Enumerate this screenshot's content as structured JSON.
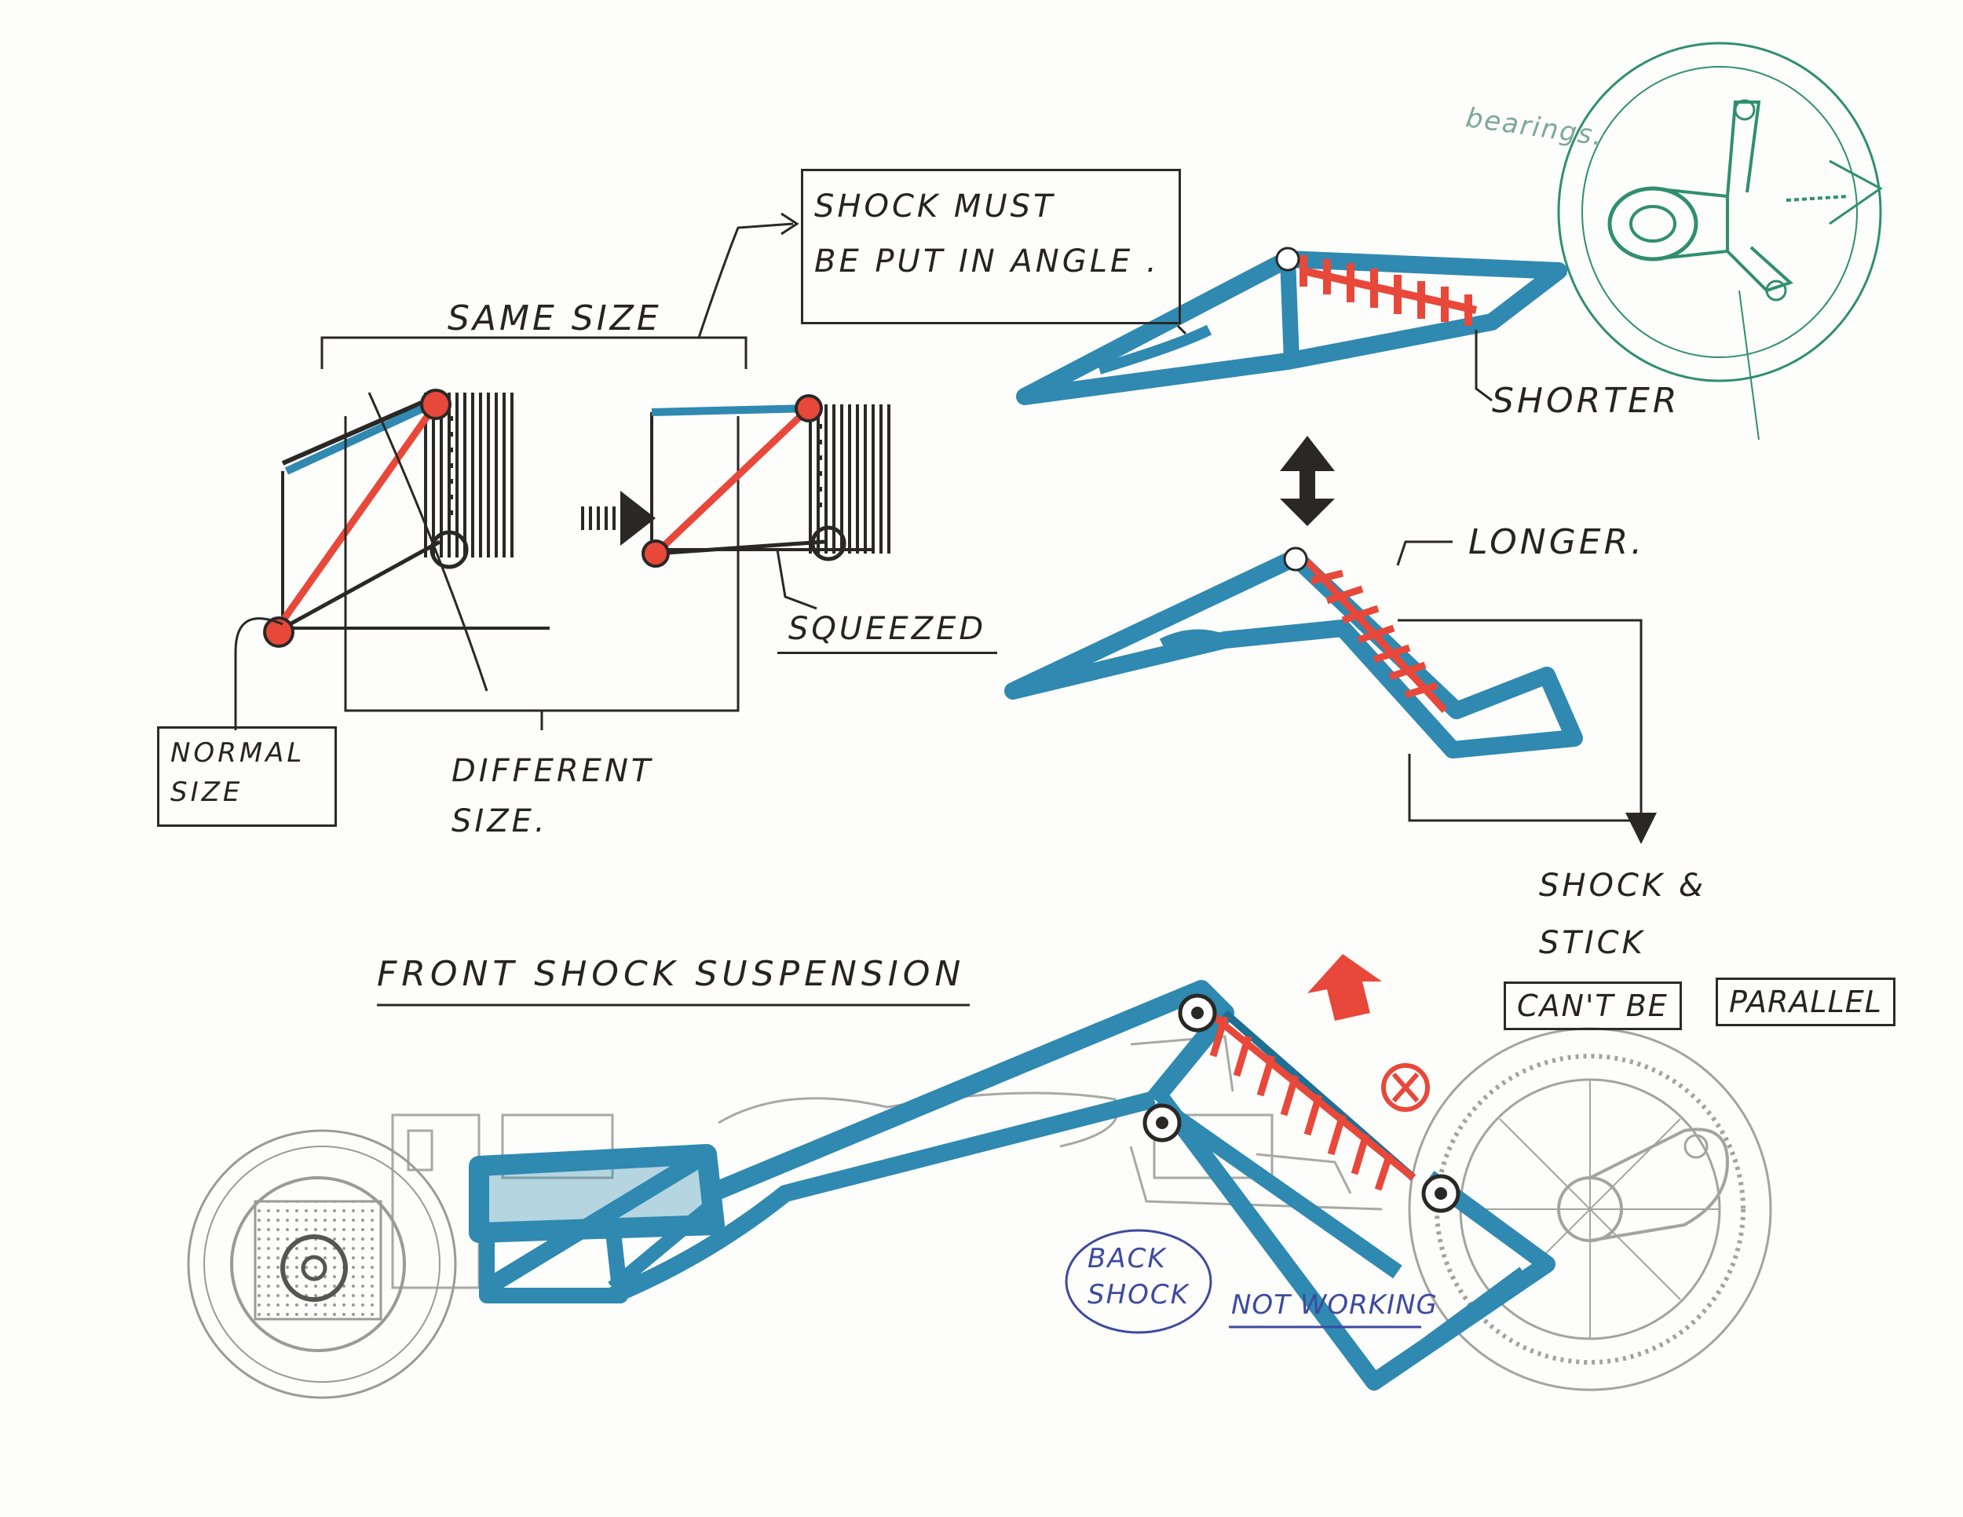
{
  "labels": {
    "same_size": "SAME SIZE",
    "shock_must_line1": "SHOCK MUST",
    "shock_must_line2": "BE PUT IN ANGLE .",
    "bearings": "bearings.",
    "shorter": "SHORTER",
    "longer": "LONGER.",
    "squeezed": "SQUEEZED",
    "normal_size": "NORMAL SIZE",
    "different_size": "DIFFERENT SIZE.",
    "shock_stick_line1": "SHOCK &",
    "shock_stick_line2": "STICK",
    "cant_be": "CAN'T BE",
    "parallel": "PARALLEL",
    "front_shock_suspension": "FRONT SHOCK SUSPENSION",
    "back_shock": "BACK SHOCK",
    "not_working": "NOT WORKING"
  },
  "colors": {
    "ink": "#262320",
    "frame_blue": "#2f89b0",
    "frame_blue_dark": "#1e6f93",
    "spring_red": "#e8483a",
    "pencil_grey": "#a8a8a4",
    "bearings_green": "#2f8f6e",
    "note_blue_ink": "#3d4aa0"
  },
  "icons": {
    "direction_arrow": "red-up-arrow-icon",
    "not_working_mark": "circled-x-icon",
    "compress_arrow": "right-arrow-icon",
    "up_down_arrow": "up-down-arrow-icon"
  }
}
